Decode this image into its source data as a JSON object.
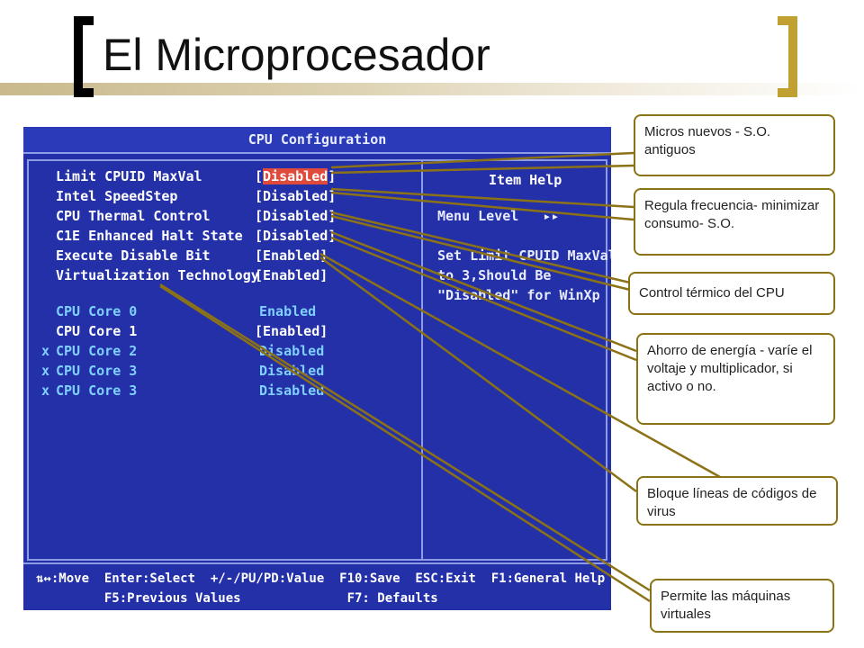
{
  "slide": {
    "title": "El Microprocesador"
  },
  "bios": {
    "title": "CPU Configuration",
    "settings": [
      {
        "label": "Limit CPUID MaxVal",
        "value": "[Disabled]",
        "highlighted": true
      },
      {
        "label": "Intel SpeedStep",
        "value": "[Disabled]"
      },
      {
        "label": "CPU Thermal Control",
        "value": "[Disabled]"
      },
      {
        "label": "C1E Enhanced Halt State",
        "value": "[Disabled]"
      },
      {
        "label": "Execute Disable Bit",
        "value": "[Enabled]"
      },
      {
        "label": "Virtualization Technology",
        "value": "[Enabled]"
      }
    ],
    "cores": [
      {
        "label": "CPU Core 0",
        "value": "Enabled",
        "marker": ""
      },
      {
        "label": "CPU Core 1",
        "value": "[Enabled]",
        "marker": ""
      },
      {
        "label": "CPU Core 2",
        "value": "Disabled",
        "marker": "x"
      },
      {
        "label": "CPU Core 3",
        "value": "Disabled",
        "marker": "x"
      },
      {
        "label": "CPU Core 3",
        "value": "Disabled",
        "marker": "x"
      }
    ],
    "help": {
      "title": "Item Help",
      "menu_level": "Menu Level   ▸▸",
      "lines": [
        "Set Limit CPUID MaxVal",
        "to 3,Should Be",
        "\"Disabled\" for WinXp"
      ]
    },
    "footer": {
      "line1": "⇅↔:Move  Enter:Select  +/-/PU/PD:Value  F10:Save  ESC:Exit  F1:General Help",
      "line2": "         F5:Previous Values              F7: Defaults"
    }
  },
  "callouts": [
    {
      "id": "cpuid",
      "text": "Micros nuevos - S.O. antiguos"
    },
    {
      "id": "speedstep",
      "text": "Regula frecuencia- minimizar consumo- S.O."
    },
    {
      "id": "thermal",
      "text": "Control térmico del CPU"
    },
    {
      "id": "c1e",
      "text": "Ahorro de energía - varíe el voltaje y multiplicador, si activo o no."
    },
    {
      "id": "xd",
      "text": "Bloque líneas de códigos de virus"
    },
    {
      "id": "vt",
      "text": "Permite las máquinas virtuales"
    }
  ],
  "colors": {
    "bios_blue": "#2330a8",
    "highlight_red": "#e04a3a",
    "leader_gold": "#8c7216",
    "bracket_gold": "#c0a030"
  }
}
